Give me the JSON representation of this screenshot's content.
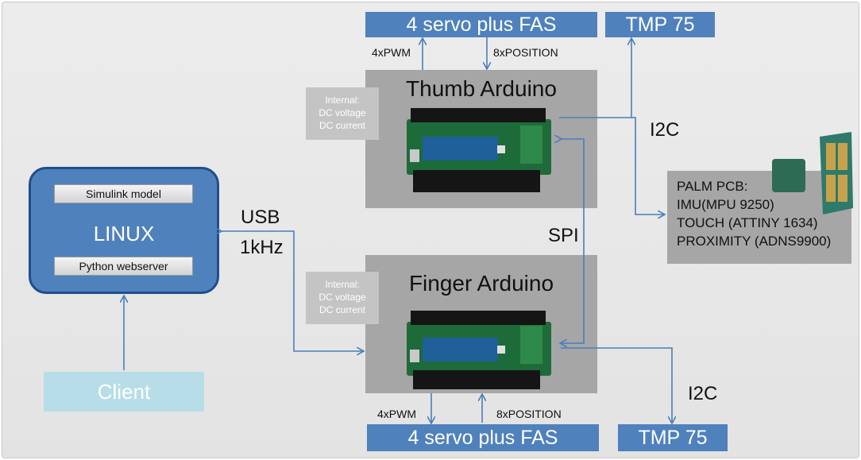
{
  "diagram": {
    "top_servo": "4 servo plus FAS",
    "top_tmp": "TMP 75",
    "bottom_servo": "4 servo plus FAS",
    "bottom_tmp": "TMP 75",
    "thumb_title": "Thumb Arduino",
    "finger_title": "Finger Arduino",
    "internal_thumb": [
      "Internal:",
      "DC voltage",
      "DC current"
    ],
    "internal_finger": [
      "Internal:",
      "DC voltage",
      "DC current"
    ],
    "top_pwm": "4xPWM",
    "top_position": "8xPOSITION",
    "bottom_pwm": "4xPWM",
    "bottom_position": "8xPOSITION",
    "i2c_top": "I2C",
    "i2c_bottom": "I2C",
    "spi": "SPI",
    "usb": "USB",
    "usb_rate": "1kHz",
    "linux_title": "LINUX",
    "simulink": "Simulink model",
    "webserver": "Python webserver",
    "client": "Client",
    "palm_lines": [
      "PALM PCB:",
      "IMU(MPU 9250)",
      "TOUCH (ATTINY 1634)",
      "PROXIMITY (ADNS9900)"
    ]
  },
  "colors": {
    "accent_blue": "#4f81bd",
    "arrow_blue": "#4a7ebb",
    "board_gray": "#a6a6a6",
    "client_blue": "#b7dde8",
    "pcb_green": "#1e6b3a"
  }
}
